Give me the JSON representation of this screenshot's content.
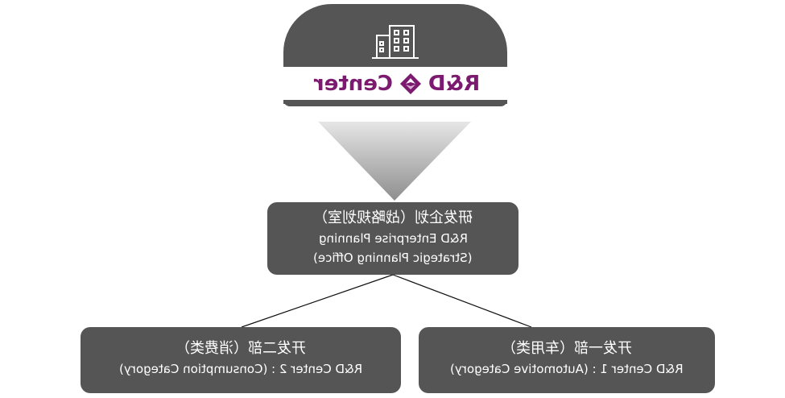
{
  "header": {
    "title": "R&D Center",
    "building_icon": "building-icon",
    "logo_icon": "rd-logo-icon",
    "accent": "#7b1a6e"
  },
  "main_box": {
    "line1": "研发企划（战略规划室）",
    "line2": "R&D Enterprise Planning",
    "line3": "(Strategic Planning Office)"
  },
  "left_box": {
    "line1": "开发二部（消费类）",
    "line2": "R&D Center 2 : (Consumption Category)"
  },
  "right_box": {
    "line1": "开发一部（车用类）",
    "line2": "R&D Center 1 : (Automotive Category)"
  },
  "colors": {
    "box_fill": "#555555",
    "text": "#ffffff"
  }
}
